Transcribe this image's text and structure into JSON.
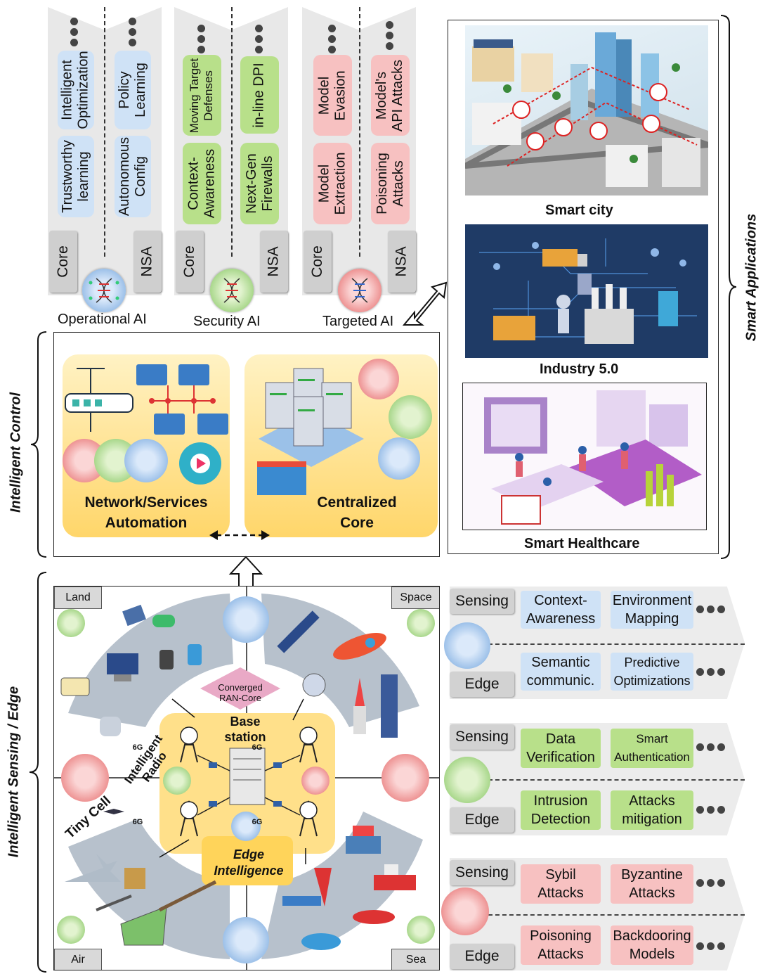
{
  "top_columns": [
    {
      "name": "Operational AI",
      "color": "#5b9bd5",
      "left": {
        "items": [
          "Trustworthy\nlearning",
          "Intelligent\nOptimization"
        ],
        "chip": "Core"
      },
      "right": {
        "items": [
          "Autonomous\nConfig",
          "Policy\nLearning"
        ],
        "chip": "NSA"
      }
    },
    {
      "name": "Security AI",
      "color": "#70ad47",
      "left": {
        "items": [
          "Context-\nAwareness",
          "Moving Target\nDefenses"
        ],
        "chip": "Core"
      },
      "right": {
        "items": [
          "Next-Gen\nFirewalls",
          "in-line DPI"
        ],
        "chip": "NSA"
      }
    },
    {
      "name": "Targeted AI",
      "color": "#e05b5b",
      "left": {
        "items": [
          "Model\nExtraction",
          "Model\nEvasion"
        ],
        "chip": "Core"
      },
      "right": {
        "items": [
          "Poisoning\nAttacks",
          "Model's\nAPI Attacks"
        ],
        "chip": "NSA"
      }
    }
  ],
  "smart_applications": {
    "title": "Smart Applications",
    "items": [
      "Smart city",
      "Industry 5.0",
      "Smart Healthcare"
    ]
  },
  "intelligent_control": {
    "title": "Intelligent Control",
    "left_box": "Network/Services\nAutomation",
    "right_box": "Centralized\nCore"
  },
  "sensing_edge": {
    "title": "Intelligent Sensing / Edge",
    "quadrants": [
      "Land",
      "Space",
      "Air",
      "Sea"
    ],
    "center": {
      "converged": "Converged\nRAN-Core",
      "base_station": "Base\nstation",
      "radio": "Intelligent\nRadio",
      "tiny_cell": "Tiny Cell",
      "edge_intel": "Edge\nIntelligence",
      "tower_label": "6G"
    }
  },
  "right_rows": [
    {
      "color": "blue",
      "sensing": "Sensing",
      "edge": "Edge",
      "top": [
        "Context-\nAwareness",
        "Environment\nMapping"
      ],
      "bottom": [
        "Semantic\ncommunic.",
        "Predictive\nOptimizations"
      ]
    },
    {
      "color": "green",
      "sensing": "Sensing",
      "edge": "Edge",
      "top": [
        "Data\nVerification",
        "Smart\nAuthentication"
      ],
      "bottom": [
        "Intrusion\nDetection",
        "Attacks\nmitigation"
      ]
    },
    {
      "color": "red",
      "sensing": "Sensing",
      "edge": "Edge",
      "top": [
        "Sybil\nAttacks",
        "Byzantine\nAttacks"
      ],
      "bottom": [
        "Poisoning\nAttacks",
        "Backdooring\nModels"
      ]
    }
  ],
  "colors": {
    "blue": "#cfe2f6",
    "green": "#b8e08a",
    "red": "#f7c1c1",
    "panel": "#ffe28a"
  }
}
